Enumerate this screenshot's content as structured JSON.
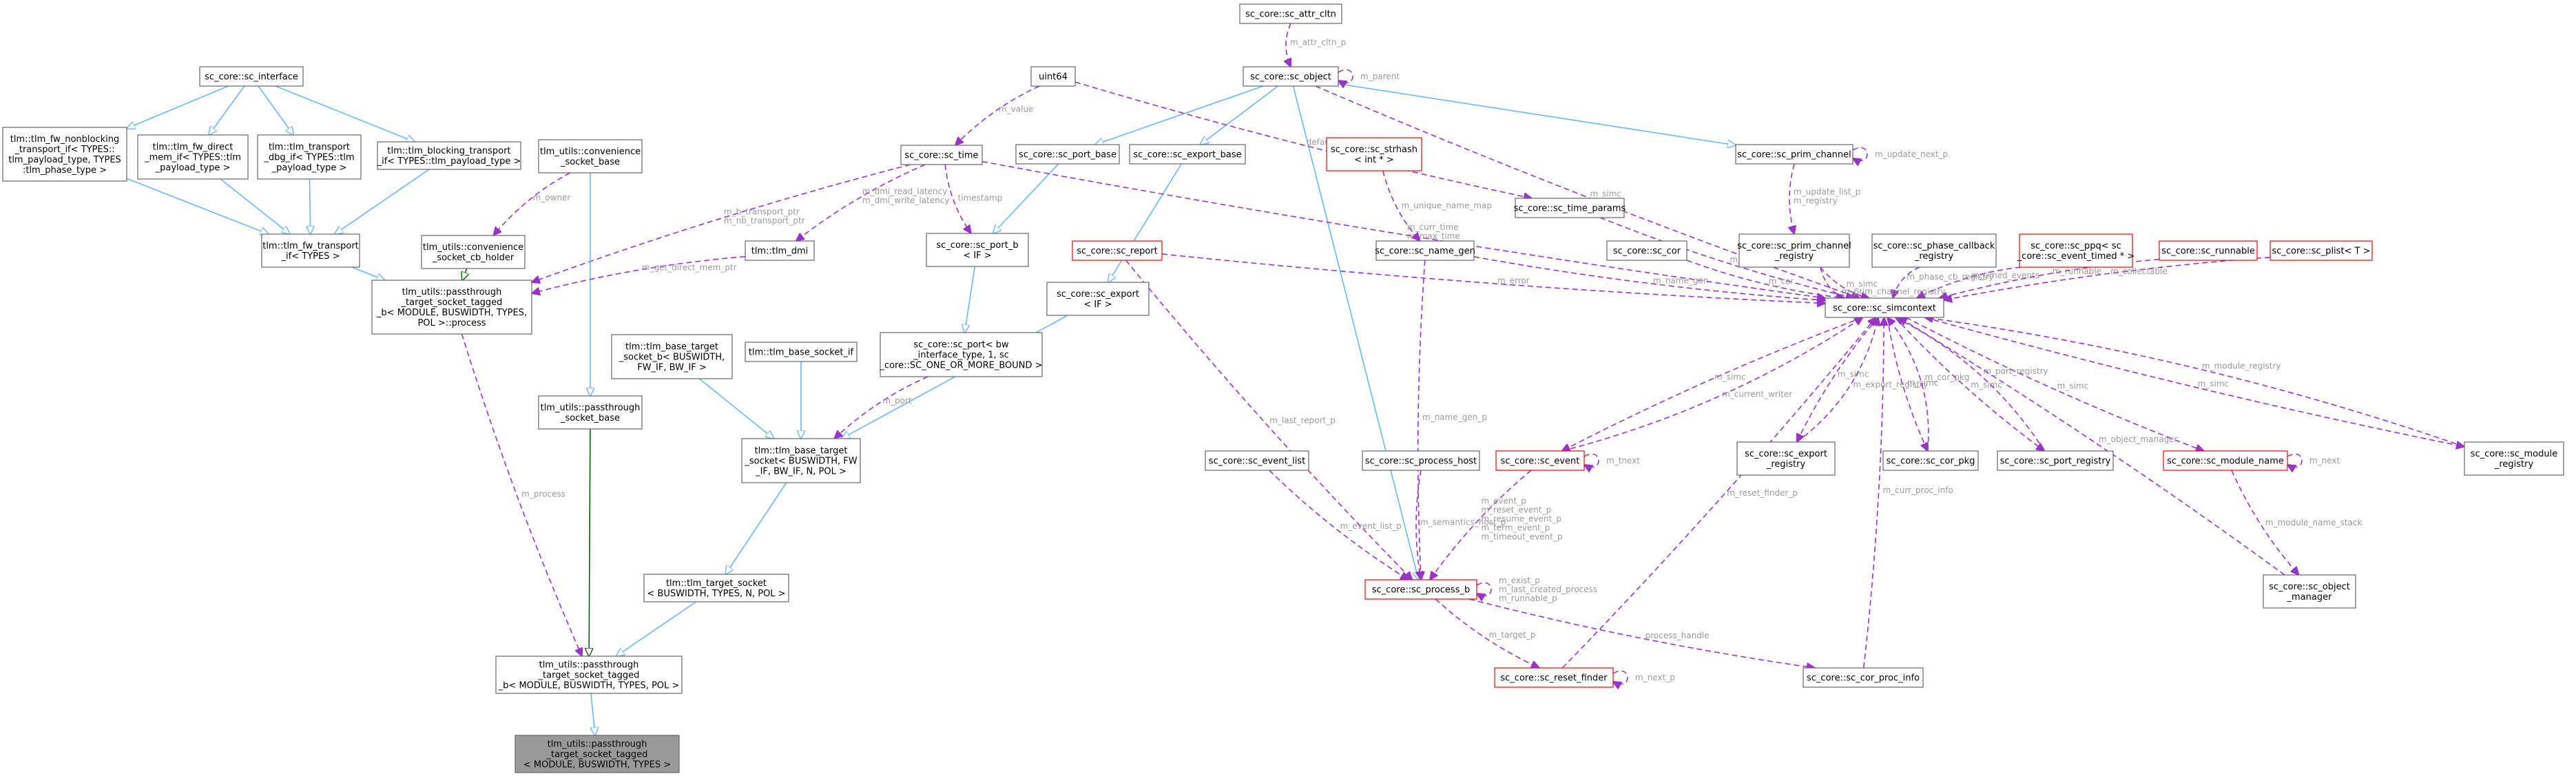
{
  "diagram": {
    "nodes": [
      {
        "id": "current",
        "lines": [
          "tlm_utils::passthrough",
          "_target_socket_tagged",
          "< MODULE, BUSWIDTH, TYPES >"
        ],
        "style": "current"
      },
      {
        "id": "pts_tagged_b",
        "lines": [
          "tlm_utils::passthrough",
          "_target_socket_tagged",
          "_b< MODULE, BUSWIDTH, TYPES, POL >"
        ],
        "style": "normal"
      },
      {
        "id": "tlm_target_socket",
        "lines": [
          "tlm::tlm_target_socket",
          "< BUSWIDTH, TYPES, N, POL >"
        ],
        "style": "normal"
      },
      {
        "id": "tlm_base_target_socket",
        "lines": [
          "tlm::tlm_base_target",
          "_socket< BUSWIDTH, FW",
          "_IF, BW_IF, N, POL >"
        ],
        "style": "normal"
      },
      {
        "id": "tlm_base_target_socket_b",
        "lines": [
          "tlm::tlm_base_target",
          "_socket_b< BUSWIDTH,",
          "FW_IF, BW_IF >"
        ],
        "style": "normal"
      },
      {
        "id": "tlm_base_socket_if",
        "lines": [
          "tlm::tlm_base_socket_if"
        ],
        "style": "normal"
      },
      {
        "id": "sc_port",
        "lines": [
          "sc_core::sc_port< bw",
          "_interface_type, 1, sc",
          "_core::SC_ONE_OR_MORE_BOUND >"
        ],
        "style": "normal"
      },
      {
        "id": "sc_port_b",
        "lines": [
          "sc_core::sc_port_b",
          "< IF >"
        ],
        "style": "normal"
      },
      {
        "id": "sc_export",
        "lines": [
          "sc_core::sc_export",
          "< IF >"
        ],
        "style": "normal"
      },
      {
        "id": "sc_port_base",
        "lines": [
          "sc_core::sc_port_base"
        ],
        "style": "normal"
      },
      {
        "id": "sc_export_base",
        "lines": [
          "sc_core::sc_export_base"
        ],
        "style": "normal"
      },
      {
        "id": "sc_object",
        "lines": [
          "sc_core::sc_object"
        ],
        "style": "normal"
      },
      {
        "id": "sc_attr_cltn",
        "lines": [
          "sc_core::sc_attr_cltn"
        ],
        "style": "normal"
      },
      {
        "id": "uint64",
        "lines": [
          "uint64"
        ],
        "style": "normal"
      },
      {
        "id": "sc_time",
        "lines": [
          "sc_core::sc_time"
        ],
        "style": "normal"
      },
      {
        "id": "sc_interface",
        "lines": [
          "sc_core::sc_interface"
        ],
        "style": "normal"
      },
      {
        "id": "tlm_fw_nonblocking",
        "lines": [
          "tlm::tlm_fw_nonblocking",
          "_transport_if< TYPES::",
          "tlm_payload_type, TYPES",
          ":tlm_phase_type >"
        ],
        "style": "normal"
      },
      {
        "id": "tlm_fw_direct_mem",
        "lines": [
          "tlm::tlm_fw_direct",
          "_mem_if< TYPES::tlm",
          "_payload_type >"
        ],
        "style": "normal"
      },
      {
        "id": "tlm_transport_dbg",
        "lines": [
          "tlm::tlm_transport",
          "_dbg_if< TYPES::tlm",
          "_payload_type >"
        ],
        "style": "normal"
      },
      {
        "id": "tlm_blocking_transport",
        "lines": [
          "tlm::tlm_blocking_transport",
          "_if< TYPES::tlm_payload_type >"
        ],
        "style": "normal"
      },
      {
        "id": "tlm_fw_transport",
        "lines": [
          "tlm::tlm_fw_transport",
          "_if< TYPES >"
        ],
        "style": "normal"
      },
      {
        "id": "convenience_socket_base",
        "lines": [
          "tlm_utils::convenience",
          "_socket_base"
        ],
        "style": "normal"
      },
      {
        "id": "convenience_cb_holder",
        "lines": [
          "tlm_utils::convenience",
          "_socket_cb_holder"
        ],
        "style": "normal"
      },
      {
        "id": "tlm_dmi",
        "lines": [
          "tlm::tlm_dmi"
        ],
        "style": "normal"
      },
      {
        "id": "process",
        "lines": [
          "tlm_utils::passthrough",
          "_target_socket_tagged",
          "_b< MODULE, BUSWIDTH, TYPES,",
          "POL >::process"
        ],
        "style": "normal"
      },
      {
        "id": "passthrough_socket_base",
        "lines": [
          "tlm_utils::passthrough",
          "_socket_base"
        ],
        "style": "normal"
      },
      {
        "id": "sc_report",
        "lines": [
          "sc_core::sc_report"
        ],
        "style": "red"
      },
      {
        "id": "sc_strhash",
        "lines": [
          "sc_core::sc_strhash",
          "< int * >"
        ],
        "style": "red"
      },
      {
        "id": "sc_name_gen",
        "lines": [
          "sc_core::sc_name_gen"
        ],
        "style": "normal"
      },
      {
        "id": "sc_time_params",
        "lines": [
          "sc_core::sc_time_params"
        ],
        "style": "normal"
      },
      {
        "id": "sc_prim_channel",
        "lines": [
          "sc_core::sc_prim_channel"
        ],
        "style": "normal"
      },
      {
        "id": "sc_prim_channel_registry",
        "lines": [
          "sc_core::sc_prim_channel",
          "_registry"
        ],
        "style": "normal"
      },
      {
        "id": "sc_cor",
        "lines": [
          "sc_core::sc_cor"
        ],
        "style": "normal"
      },
      {
        "id": "sc_phase_callback_registry",
        "lines": [
          "sc_core::sc_phase_callback",
          "_registry"
        ],
        "style": "normal"
      },
      {
        "id": "sc_ppq",
        "lines": [
          "sc_core::sc_ppq< sc",
          "_core::sc_event_timed * >"
        ],
        "style": "red"
      },
      {
        "id": "sc_runnable",
        "lines": [
          "sc_core::sc_runnable"
        ],
        "style": "red"
      },
      {
        "id": "sc_plist",
        "lines": [
          "sc_core::sc_plist< T >"
        ],
        "style": "red"
      },
      {
        "id": "sc_simcontext",
        "lines": [
          "sc_core::sc_simcontext"
        ],
        "style": "normal"
      },
      {
        "id": "sc_event_list",
        "lines": [
          "sc_core::sc_event_list"
        ],
        "style": "normal"
      },
      {
        "id": "sc_process_host",
        "lines": [
          "sc_core::sc_process_host"
        ],
        "style": "normal"
      },
      {
        "id": "sc_event",
        "lines": [
          "sc_core::sc_event"
        ],
        "style": "red"
      },
      {
        "id": "sc_export_registry",
        "lines": [
          "sc_core::sc_export",
          "_registry"
        ],
        "style": "normal"
      },
      {
        "id": "sc_cor_pkg",
        "lines": [
          "sc_core::sc_cor_pkg"
        ],
        "style": "normal"
      },
      {
        "id": "sc_port_registry",
        "lines": [
          "sc_core::sc_port_registry"
        ],
        "style": "normal"
      },
      {
        "id": "sc_module_name",
        "lines": [
          "sc_core::sc_module_name"
        ],
        "style": "red"
      },
      {
        "id": "sc_module_registry",
        "lines": [
          "sc_core::sc_module",
          "_registry"
        ],
        "style": "normal"
      },
      {
        "id": "sc_object_manager",
        "lines": [
          "sc_core::sc_object",
          "_manager"
        ],
        "style": "normal"
      },
      {
        "id": "sc_process_b",
        "lines": [
          "sc_core::sc_process_b"
        ],
        "style": "red"
      },
      {
        "id": "sc_reset_finder",
        "lines": [
          "sc_core::sc_reset_finder"
        ],
        "style": "red"
      },
      {
        "id": "sc_cor_proc_info",
        "lines": [
          "sc_core::sc_cor_proc_info"
        ],
        "style": "normal"
      }
    ],
    "edges": [
      {
        "from": "pts_tagged_b",
        "to": "current",
        "kind": "inherit",
        "labels": []
      },
      {
        "from": "tlm_target_socket",
        "to": "pts_tagged_b",
        "kind": "inherit",
        "labels": []
      },
      {
        "from": "passthrough_socket_base",
        "to": "pts_tagged_b",
        "kind": "inherit-prot",
        "labels": []
      },
      {
        "from": "process",
        "to": "pts_tagged_b",
        "kind": "use",
        "labels": [
          "m_process"
        ]
      },
      {
        "from": "tlm_base_target_socket",
        "to": "tlm_target_socket",
        "kind": "inherit",
        "labels": []
      },
      {
        "from": "tlm_base_target_socket_b",
        "to": "tlm_base_target_socket",
        "kind": "inherit",
        "labels": []
      },
      {
        "from": "tlm_base_socket_if",
        "to": "tlm_base_target_socket",
        "kind": "inherit",
        "labels": []
      },
      {
        "from": "sc_export",
        "to": "tlm_base_target_socket",
        "kind": "inherit",
        "labels": []
      },
      {
        "from": "sc_port",
        "to": "tlm_base_target_socket",
        "kind": "use",
        "labels": [
          "m_port"
        ]
      },
      {
        "from": "sc_port_b",
        "to": "sc_port",
        "kind": "inherit",
        "labels": []
      },
      {
        "from": "sc_port_base",
        "to": "sc_port_b",
        "kind": "inherit",
        "labels": []
      },
      {
        "from": "sc_export_base",
        "to": "sc_export",
        "kind": "inherit",
        "labels": []
      },
      {
        "from": "sc_object",
        "to": "sc_port_base",
        "kind": "inherit",
        "labels": []
      },
      {
        "from": "sc_object",
        "to": "sc_export_base",
        "kind": "inherit",
        "labels": []
      },
      {
        "from": "sc_object",
        "to": "sc_prim_channel",
        "kind": "inherit",
        "labels": []
      },
      {
        "from": "sc_object",
        "to": "sc_process_b",
        "kind": "inherit",
        "labels": []
      },
      {
        "from": "sc_object",
        "to": "sc_object",
        "kind": "use",
        "labels": [
          "m_parent"
        ]
      },
      {
        "from": "sc_attr_cltn",
        "to": "sc_object",
        "kind": "use",
        "labels": [
          "m_attr_cltn_p"
        ]
      },
      {
        "from": "uint64",
        "to": "sc_time",
        "kind": "use",
        "labels": [
          "m_value"
        ]
      },
      {
        "from": "uint64",
        "to": "sc_time_params",
        "kind": "use",
        "labels": [
          "default_time_unit"
        ]
      },
      {
        "from": "sc_time",
        "to": "sc_port_b",
        "kind": "use",
        "labels": [
          "timestamp"
        ]
      },
      {
        "from": "sc_time",
        "to": "tlm_dmi",
        "kind": "use",
        "labels": [
          "m_dmi_read_latency",
          "m_dmi_write_latency"
        ]
      },
      {
        "from": "sc_time",
        "to": "process",
        "kind": "use",
        "labels": [
          "m_b_transport_ptr",
          "m_nb_transport_ptr"
        ]
      },
      {
        "from": "sc_time",
        "to": "sc_simcontext",
        "kind": "use",
        "labels": [
          "m_curr_time",
          "m_max_time"
        ]
      },
      {
        "from": "sc_interface",
        "to": "tlm_fw_nonblocking",
        "kind": "inherit",
        "labels": []
      },
      {
        "from": "sc_interface",
        "to": "tlm_fw_direct_mem",
        "kind": "inherit",
        "labels": []
      },
      {
        "from": "sc_interface",
        "to": "tlm_transport_dbg",
        "kind": "inherit",
        "labels": []
      },
      {
        "from": "sc_interface",
        "to": "tlm_blocking_transport",
        "kind": "inherit",
        "labels": []
      },
      {
        "from": "tlm_fw_nonblocking",
        "to": "tlm_fw_transport",
        "kind": "inherit",
        "labels": []
      },
      {
        "from": "tlm_fw_direct_mem",
        "to": "tlm_fw_transport",
        "kind": "inherit",
        "labels": []
      },
      {
        "from": "tlm_transport_dbg",
        "to": "tlm_fw_transport",
        "kind": "inherit",
        "labels": []
      },
      {
        "from": "tlm_blocking_transport",
        "to": "tlm_fw_transport",
        "kind": "inherit",
        "labels": []
      },
      {
        "from": "tlm_fw_transport",
        "to": "process",
        "kind": "inherit",
        "labels": []
      },
      {
        "from": "convenience_cb_holder",
        "to": "process",
        "kind": "inherit-prot",
        "labels": []
      },
      {
        "from": "convenience_socket_base",
        "to": "convenience_cb_holder",
        "kind": "use",
        "labels": [
          "m_owner"
        ]
      },
      {
        "from": "convenience_socket_base",
        "to": "passthrough_socket_base",
        "kind": "inherit",
        "labels": []
      },
      {
        "from": "tlm_dmi",
        "to": "process",
        "kind": "use",
        "labels": [
          "m_get_direct_mem_ptr"
        ]
      },
      {
        "from": "sc_strhash",
        "to": "sc_name_gen",
        "kind": "use",
        "labels": [
          "m_unique_name_map"
        ]
      },
      {
        "from": "sc_prim_channel",
        "to": "sc_prim_channel",
        "kind": "use",
        "labels": [
          "m_update_next_p"
        ]
      },
      {
        "from": "sc_prim_channel",
        "to": "sc_prim_channel_registry",
        "kind": "use",
        "labels": [
          "m_update_list_p",
          "m_registry"
        ]
      },
      {
        "from": "sc_prim_channel_registry",
        "to": "sc_simcontext",
        "kind": "use",
        "labels": [
          "m_simc"
        ]
      },
      {
        "from": "sc_report",
        "to": "sc_simcontext",
        "kind": "use",
        "labels": [
          "m_error"
        ]
      },
      {
        "from": "sc_report",
        "to": "sc_process_b",
        "kind": "use",
        "labels": [
          "m_last_report_p"
        ]
      },
      {
        "from": "sc_name_gen",
        "to": "sc_simcontext",
        "kind": "use",
        "labels": [
          "m_name_gen"
        ]
      },
      {
        "from": "sc_name_gen",
        "to": "sc_process_b",
        "kind": "use",
        "labels": [
          "m_name_gen_p"
        ]
      },
      {
        "from": "sc_time_params",
        "to": "sc_simcontext",
        "kind": "use",
        "labels": [
          "m_time_params"
        ]
      },
      {
        "from": "sc_object",
        "to": "sc_simcontext",
        "kind": "use",
        "labels": [
          "m_simc"
        ]
      },
      {
        "from": "sc_cor",
        "to": "sc_simcontext",
        "kind": "use",
        "labels": [
          "m_cor"
        ]
      },
      {
        "from": "sc_phase_callback_registry",
        "to": "sc_simcontext",
        "kind": "use",
        "labels": [
          "m_phase_cb_registry"
        ]
      },
      {
        "from": "sc_ppq",
        "to": "sc_simcontext",
        "kind": "use",
        "labels": [
          "m_timed_events"
        ]
      },
      {
        "from": "sc_runnable",
        "to": "sc_simcontext",
        "kind": "use",
        "labels": [
          "m_runnable"
        ]
      },
      {
        "from": "sc_plist",
        "to": "sc_simcontext",
        "kind": "use",
        "labels": [
          "m_collectable"
        ]
      },
      {
        "from": "sc_prim_channel_registry",
        "to": "sc_simcontext",
        "kind": "use",
        "labels": [
          "m_prim_channel_registry"
        ]
      },
      {
        "from": "sc_simcontext",
        "to": "sc_event",
        "kind": "use",
        "labels": [
          "m_simc"
        ]
      },
      {
        "from": "sc_simcontext",
        "to": "sc_export_registry",
        "kind": "use",
        "labels": [
          "m_simc"
        ]
      },
      {
        "from": "sc_export_registry",
        "to": "sc_simcontext",
        "kind": "use",
        "labels": [
          "m_export_registry"
        ]
      },
      {
        "from": "sc_simcontext",
        "to": "sc_cor_pkg",
        "kind": "use",
        "labels": [
          "m_simc"
        ]
      },
      {
        "from": "sc_cor_pkg",
        "to": "sc_simcontext",
        "kind": "use",
        "labels": [
          "m_cor_pkg"
        ]
      },
      {
        "from": "sc_simcontext",
        "to": "sc_port_registry",
        "kind": "use",
        "labels": [
          "m_simc"
        ]
      },
      {
        "from": "sc_port_registry",
        "to": "sc_simcontext",
        "kind": "use",
        "labels": [
          "m_port_registry"
        ]
      },
      {
        "from": "sc_simcontext",
        "to": "sc_module_name",
        "kind": "use",
        "labels": [
          "m_simc"
        ]
      },
      {
        "from": "sc_module_name",
        "to": "sc_module_name",
        "kind": "use",
        "labels": [
          "m_next"
        ]
      },
      {
        "from": "sc_simcontext",
        "to": "sc_module_registry",
        "kind": "use",
        "labels": [
          "m_simc"
        ]
      },
      {
        "from": "sc_module_registry",
        "to": "sc_simcontext",
        "kind": "use",
        "labels": [
          "m_module_registry"
        ]
      },
      {
        "from": "sc_object_manager",
        "to": "sc_simcontext",
        "kind": "use",
        "labels": [
          "m_object_manager"
        ]
      },
      {
        "from": "sc_module_name",
        "to": "sc_object_manager",
        "kind": "use",
        "labels": [
          "m_module_name_stack"
        ]
      },
      {
        "from": "sc_event",
        "to": "sc_event",
        "kind": "use",
        "labels": [
          "m_tnext"
        ]
      },
      {
        "from": "sc_event",
        "to": "sc_simcontext",
        "kind": "use",
        "labels": [
          "m_current_writer"
        ]
      },
      {
        "from": "sc_event",
        "to": "sc_process_b",
        "kind": "use",
        "labels": [
          "m_event_p",
          "m_reset_event_p",
          "m_resume_event_p",
          "m_term_event_p",
          "m_timeout_event_p"
        ]
      },
      {
        "from": "sc_event_list",
        "to": "sc_process_b",
        "kind": "use",
        "labels": [
          "m_event_list_p"
        ]
      },
      {
        "from": "sc_process_host",
        "to": "sc_process_b",
        "kind": "use",
        "labels": [
          "m_semantics_host_p"
        ]
      },
      {
        "from": "sc_process_b",
        "to": "sc_process_b",
        "kind": "use",
        "labels": [
          "m_exist_p",
          "m_last_created_process",
          "m_runnable_p"
        ]
      },
      {
        "from": "sc_process_b",
        "to": "sc_reset_finder",
        "kind": "use",
        "labels": [
          "m_target_p"
        ]
      },
      {
        "from": "sc_reset_finder",
        "to": "sc_reset_finder",
        "kind": "use",
        "labels": [
          "m_next_p"
        ]
      },
      {
        "from": "sc_reset_finder",
        "to": "sc_simcontext",
        "kind": "use",
        "labels": [
          "m_reset_finder_p"
        ]
      },
      {
        "from": "sc_process_b",
        "to": "sc_cor_proc_info",
        "kind": "use",
        "labels": [
          "process_handle"
        ]
      },
      {
        "from": "sc_cor_proc_info",
        "to": "sc_simcontext",
        "kind": "use",
        "labels": [
          "m_curr_proc_info"
        ]
      }
    ]
  }
}
